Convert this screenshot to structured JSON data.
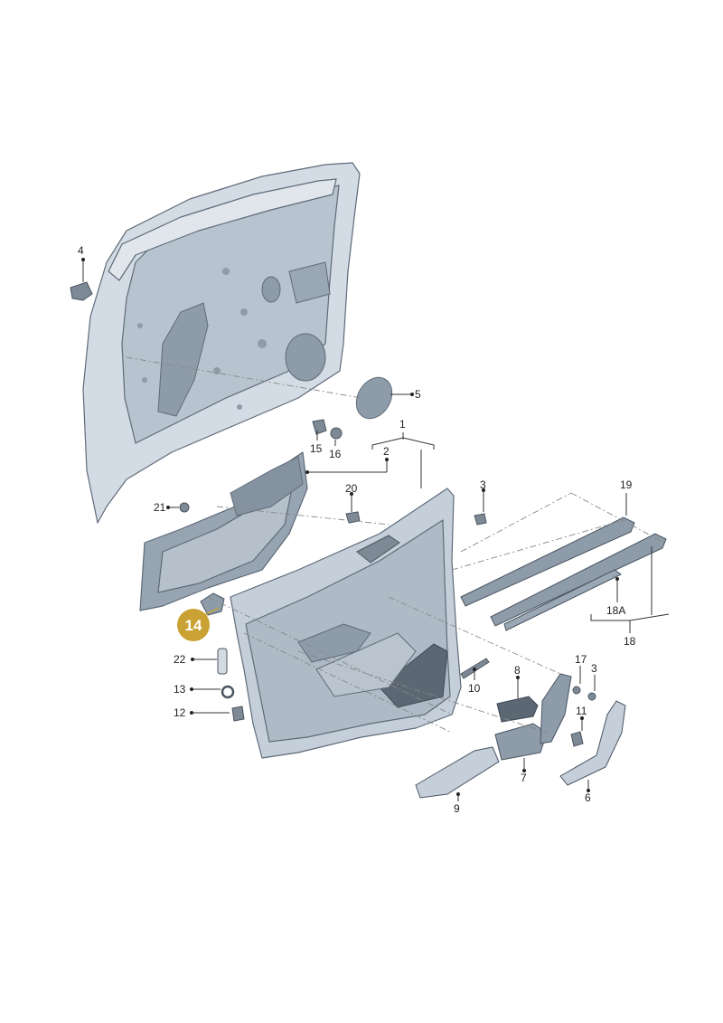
{
  "diagram": {
    "highlight_color": "#C9A233",
    "part_fill": "#C8D3DE",
    "part_dark": "#8E9BA8",
    "callouts": [
      {
        "id": "4",
        "text": "4"
      },
      {
        "id": "5",
        "text": "5"
      },
      {
        "id": "1",
        "text": "1"
      },
      {
        "id": "2",
        "text": "2"
      },
      {
        "id": "15",
        "text": "15"
      },
      {
        "id": "16",
        "text": "16"
      },
      {
        "id": "3a",
        "text": "3"
      },
      {
        "id": "19",
        "text": "19"
      },
      {
        "id": "20",
        "text": "20"
      },
      {
        "id": "21",
        "text": "21"
      },
      {
        "id": "18A",
        "text": "18A"
      },
      {
        "id": "18",
        "text": "18"
      },
      {
        "id": "22",
        "text": "22"
      },
      {
        "id": "10",
        "text": "10"
      },
      {
        "id": "8",
        "text": "8"
      },
      {
        "id": "17",
        "text": "17"
      },
      {
        "id": "3b",
        "text": "3"
      },
      {
        "id": "13",
        "text": "13"
      },
      {
        "id": "12",
        "text": "12"
      },
      {
        "id": "11",
        "text": "11"
      },
      {
        "id": "7",
        "text": "7"
      },
      {
        "id": "6",
        "text": "6"
      },
      {
        "id": "9",
        "text": "9"
      }
    ],
    "highlight": {
      "text": "14"
    }
  }
}
